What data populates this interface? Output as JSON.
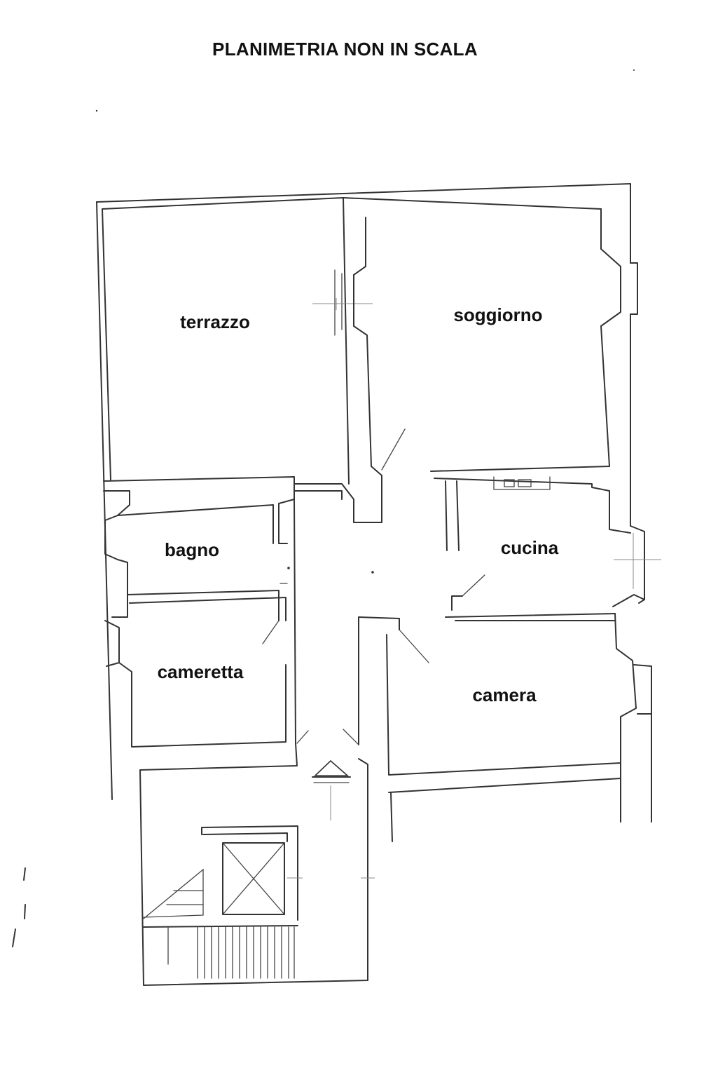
{
  "title": "PLANIMETRIA NON IN SCALA",
  "rooms": {
    "terrazzo": "terrazzo",
    "soggiorno": "soggiorno",
    "bagno": "bagno",
    "cucina": "cucina",
    "cameretta": "cameretta",
    "camera": "camera"
  },
  "colors": {
    "line": "#333333",
    "text": "#111111",
    "background": "#ffffff"
  }
}
